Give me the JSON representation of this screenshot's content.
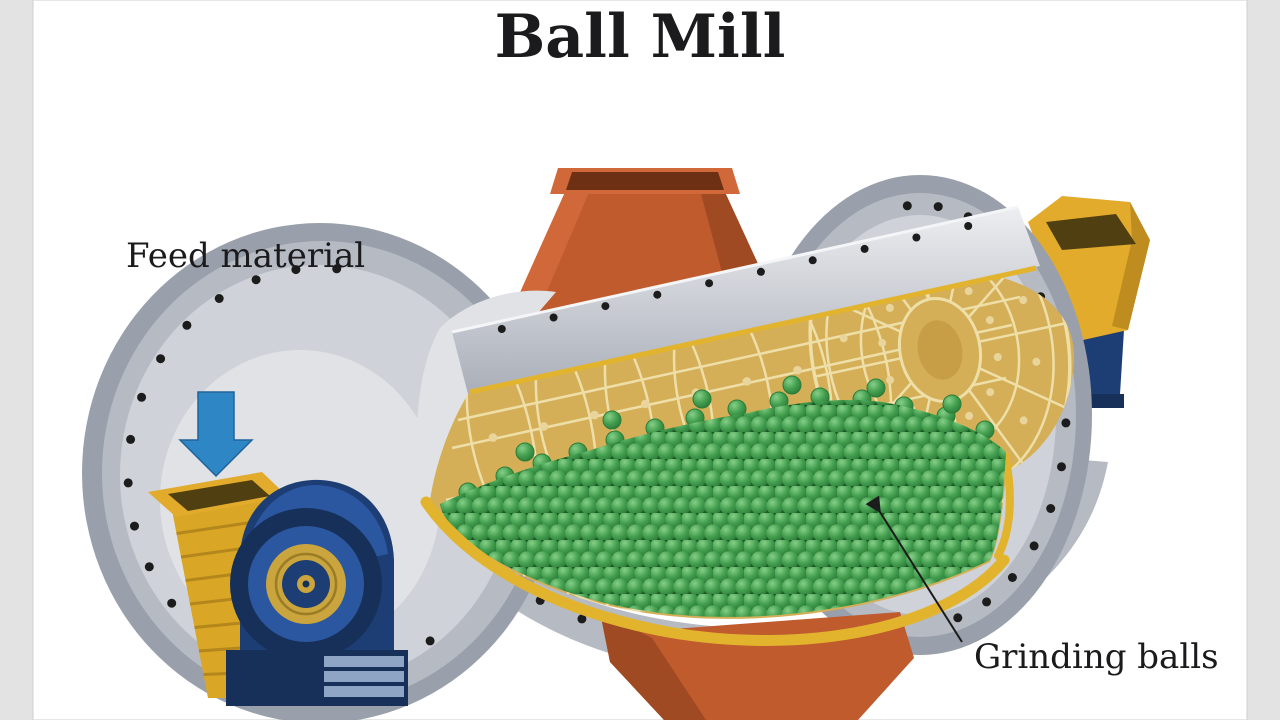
{
  "title": "Ball Mill",
  "annotations": {
    "feed_material": "Feed material",
    "grinding_balls": "Grinding balls"
  },
  "colors": {
    "background": "#e3e3e3",
    "canvas": "#ffffff",
    "text": "#1b1b1d",
    "bolt": "#1c1c1c",
    "shell_dark": "#9aa0ab",
    "shell": "#b6bac2",
    "shell_light": "#cfd2d8",
    "shell_lighter": "#e0e2e6",
    "band_light": "#edeef1",
    "band_dark": "#a9aeb8",
    "liner": "#d4af58",
    "liner_line": "#eedfa8",
    "liner_dot": "#e9d49c",
    "liner_center": "#c79e46",
    "gold_rim": "#e2b42e",
    "ball_bg": "#1d5a26",
    "ball_hi": "#86cf88",
    "ball_mid": "#45a050",
    "ball_dark": "#2c7c39",
    "orange": "#bf5b2d",
    "orange_dark": "#a04a23",
    "orange_light": "#d0683a",
    "orange_inner": "#6e3014",
    "yellow": "#e2ab2b",
    "yellow_dark": "#bf8d1f",
    "yellow_inner": "#503f10",
    "feed": "#d9a626",
    "feed_dark": "#b4871c",
    "navy": "#1d3e74",
    "navy_dark": "#16305a",
    "blue": "#2a57a0",
    "blue_light": "#8fa5c6",
    "gold_ring": "#caa43c",
    "gold_ring_dark": "#9a7b26",
    "arrow": "#2f86c4",
    "arrow_dark": "#20639a"
  }
}
